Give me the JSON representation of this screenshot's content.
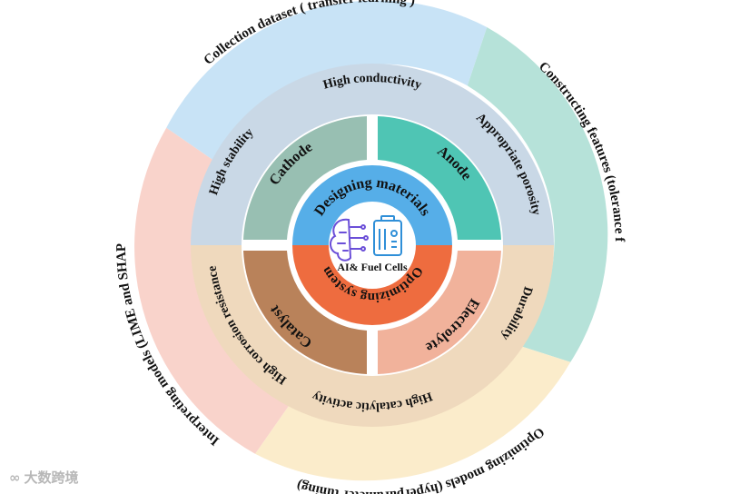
{
  "center": {
    "top_label": "Designing materials",
    "bottom_label": "Optimizing system",
    "title": "AI& Fuel Cells"
  },
  "components": [
    "Cathode",
    "Anode",
    "Electrolyte",
    "Catalyst"
  ],
  "properties": [
    "High conductivity",
    "Appropriate porosity",
    "Durability",
    "High catalytic activity",
    "High corrosion resistance",
    "High stability"
  ],
  "ai_steps": [
    "Collection dataset ( transfer learning )",
    "Constructing features (tolerance factor)",
    "Optimizing models (hyperparameter tuning)",
    "Interpreting models (LIME and SHAP)"
  ],
  "watermark": "大数跨境",
  "colors": {
    "center_blue": "#56aee8",
    "center_orange": "#ee6c3f",
    "cathode": "#98bfb2",
    "anode": "#4fc5b4",
    "electrolyte": "#f1b29b",
    "catalyst": "#b9825a",
    "ring_blue": "#c9d8e6",
    "ring_tan": "#efd9bd",
    "outer_blue": "#c8e3f6",
    "outer_teal": "#b6e2d9",
    "outer_yellow": "#fbeccb",
    "outer_pink": "#f9d3cb"
  }
}
